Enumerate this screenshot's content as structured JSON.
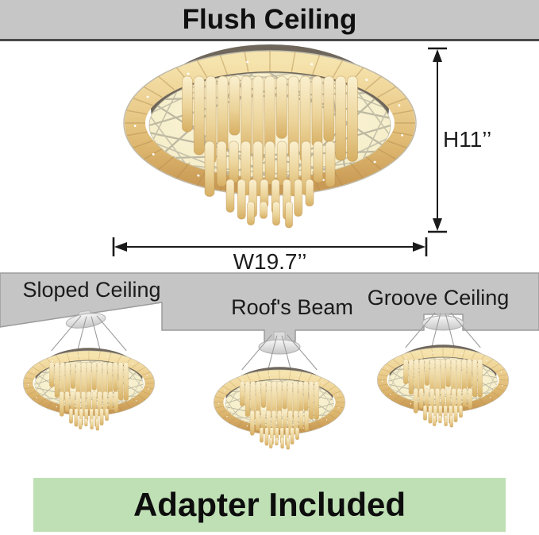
{
  "header": {
    "title": "Flush Ceiling"
  },
  "dimensions": {
    "height_label": "H11’’",
    "width_label": "W19.7’’"
  },
  "mounting_options": [
    {
      "label": "Sloped Ceiling"
    },
    {
      "label": "Roof's Beam"
    },
    {
      "label": "Groove Ceiling"
    }
  ],
  "footer": {
    "banner_text": "Adapter Included"
  },
  "colors": {
    "header_bg": "#c6c6c6",
    "ceiling_gray": "#c5c5c5",
    "banner_green": "#bfe0b5",
    "crystal_gold": "#e6c684",
    "lamp_face": "#f8f2d4",
    "dome_dark": "#6f675c"
  }
}
